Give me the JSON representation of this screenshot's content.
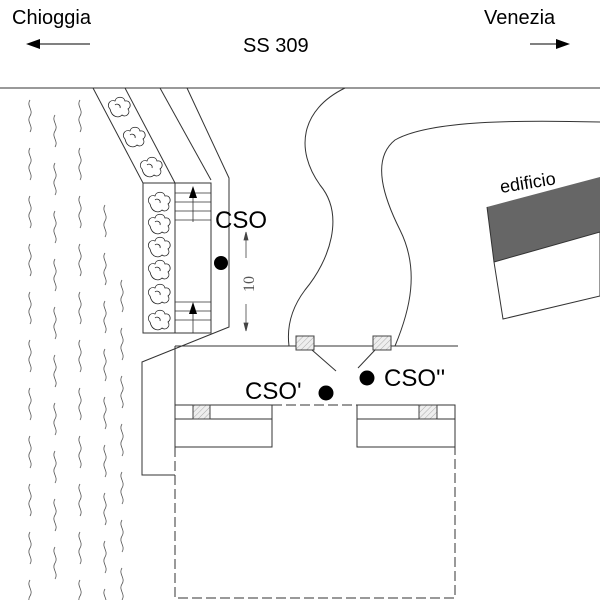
{
  "labels": {
    "left_direction": "Chioggia",
    "right_direction": "Venezia",
    "road": "SS 309",
    "building": "edificio",
    "cso": "CSO",
    "cso_prime": "CSO'",
    "cso_double_prime": "CSO''",
    "dimension": "10"
  },
  "colors": {
    "building_fill": "#666666",
    "hatch": "#cccccc",
    "marker": "#000000"
  }
}
